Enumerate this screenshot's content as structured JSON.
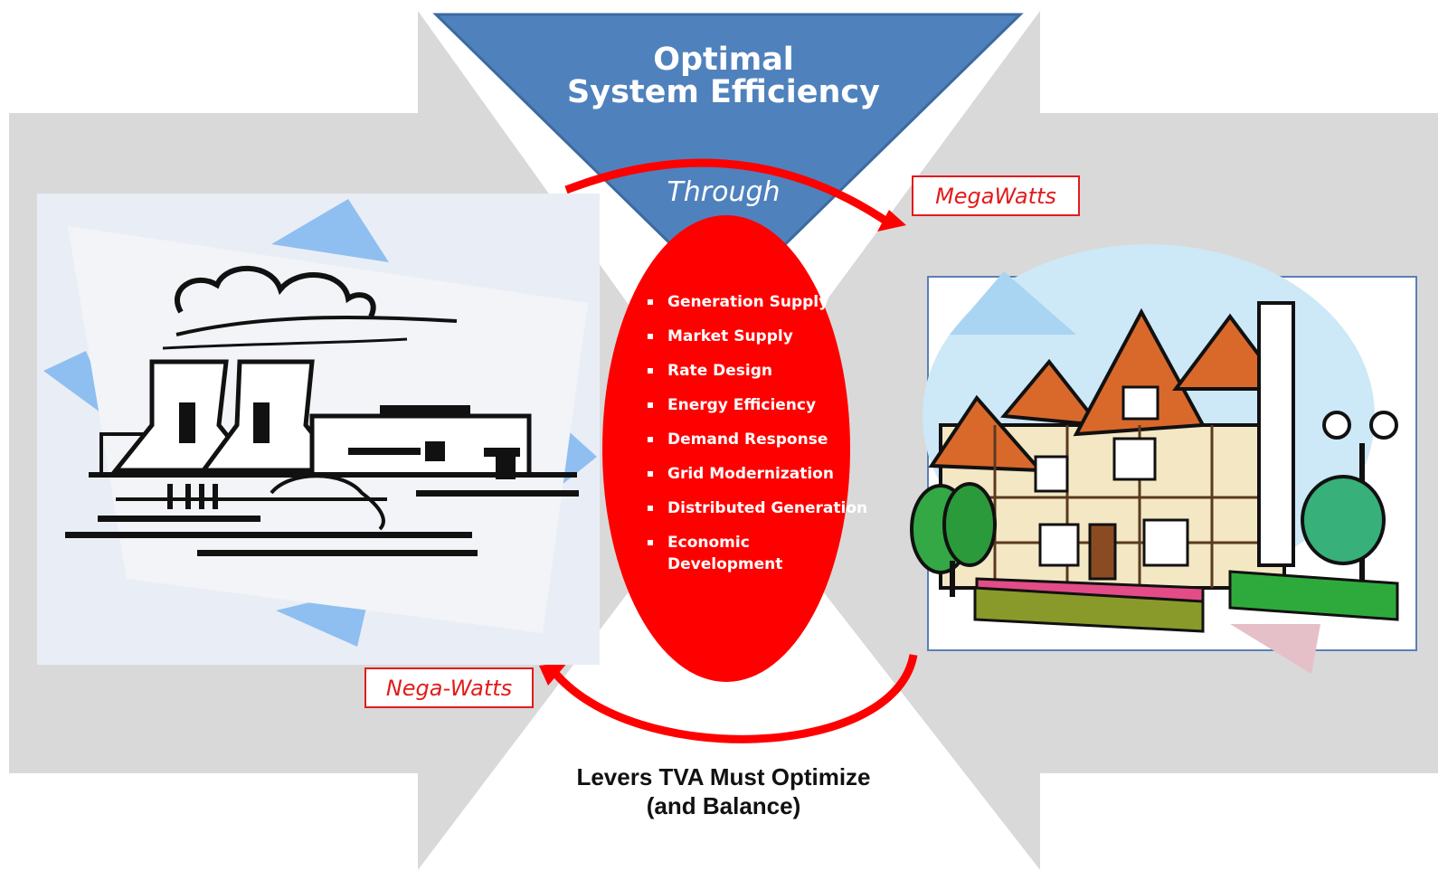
{
  "title": {
    "line1": "Optimal",
    "line2": "System Efficiency"
  },
  "through_label": "Through",
  "levers": [
    "Generation Supply",
    "Market Supply",
    "Rate Design",
    "Energy Efficiency",
    "Demand Response",
    "Grid Modernization",
    "Distributed Generation",
    "Economic Development"
  ],
  "megawatts_label": "MegaWatts",
  "negawatts_label": "Nega-Watts",
  "caption": {
    "line1": "Levers TVA Must Optimize",
    "line2": "(and Balance)"
  },
  "colors": {
    "arrow_gray": "#d9d9d9",
    "triangle_blue": "#4f81bd",
    "ellipse_red": "#ff0000",
    "label_red": "#e31b1b"
  },
  "icons": [
    "power-plant-clipart",
    "house-clipart"
  ]
}
